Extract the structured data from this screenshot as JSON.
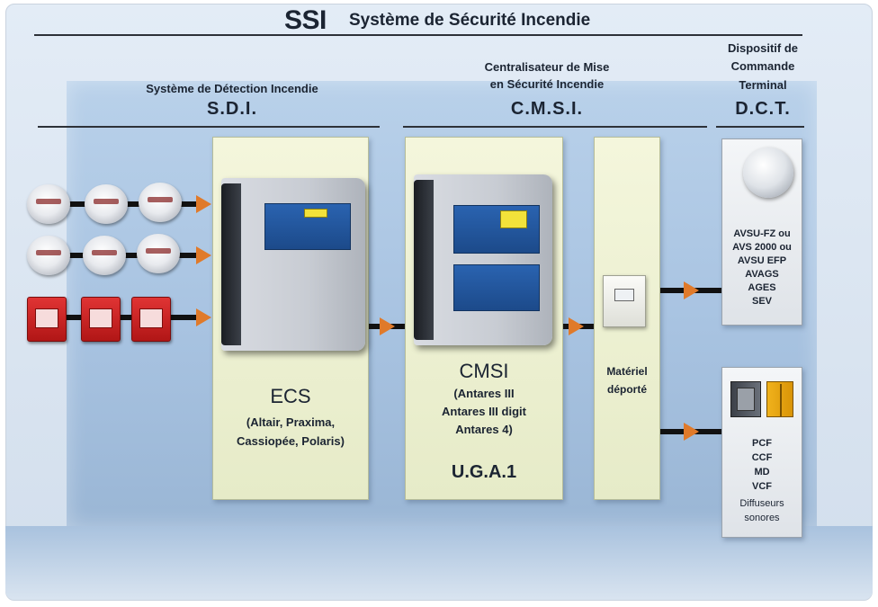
{
  "title": {
    "abbr": "SSI",
    "full": "Système de Sécurité Incendie"
  },
  "sections": {
    "sdi": {
      "name": "Système de Détection Incendie",
      "abbr": "S.D.I."
    },
    "cmsi": {
      "name_line1": "Centralisateur de Mise",
      "name_line2": "en Sécurité Incendie",
      "abbr": "C.M.S.I."
    },
    "dct": {
      "name_line1": "Dispositif de",
      "name_line2": "Commande",
      "name_line3": "Terminal",
      "abbr": "D.C.T."
    }
  },
  "ecs": {
    "title": "ECS",
    "line1": "(Altair, Praxima,",
    "line2": "Cassiopée, Polaris)"
  },
  "cmsi_panel": {
    "title": "CMSI",
    "line1": "(Antares III",
    "line2": "Antares III digit",
    "line3": "Antares 4)",
    "uga": "U.G.A.1"
  },
  "remote": {
    "line1": "Matériel",
    "line2": "déporté"
  },
  "dct_top": {
    "lines": [
      "AVSU-FZ ou",
      "AVS 2000 ou",
      "AVSU EFP",
      "AVAGS",
      "AGES",
      "SEV"
    ]
  },
  "dct_bottom": {
    "lines": [
      "PCF",
      "CCF",
      "MD",
      "VCF"
    ],
    "diffuseurs_line1": "Diffuseurs",
    "diffuseurs_line2": "sonores"
  },
  "colors": {
    "arrow": "#e07a2a",
    "panel": "#eef1d2",
    "background": "#b3cce6",
    "callpoint": "#d02626"
  },
  "icons": [
    "smoke-detector-icon",
    "manual-call-point-icon",
    "ecs-cabinet-icon",
    "cmsi-cabinet-icon",
    "remote-equipment-icon",
    "sounder-icon",
    "fire-door-icon",
    "yellow-cabinet-icon"
  ]
}
